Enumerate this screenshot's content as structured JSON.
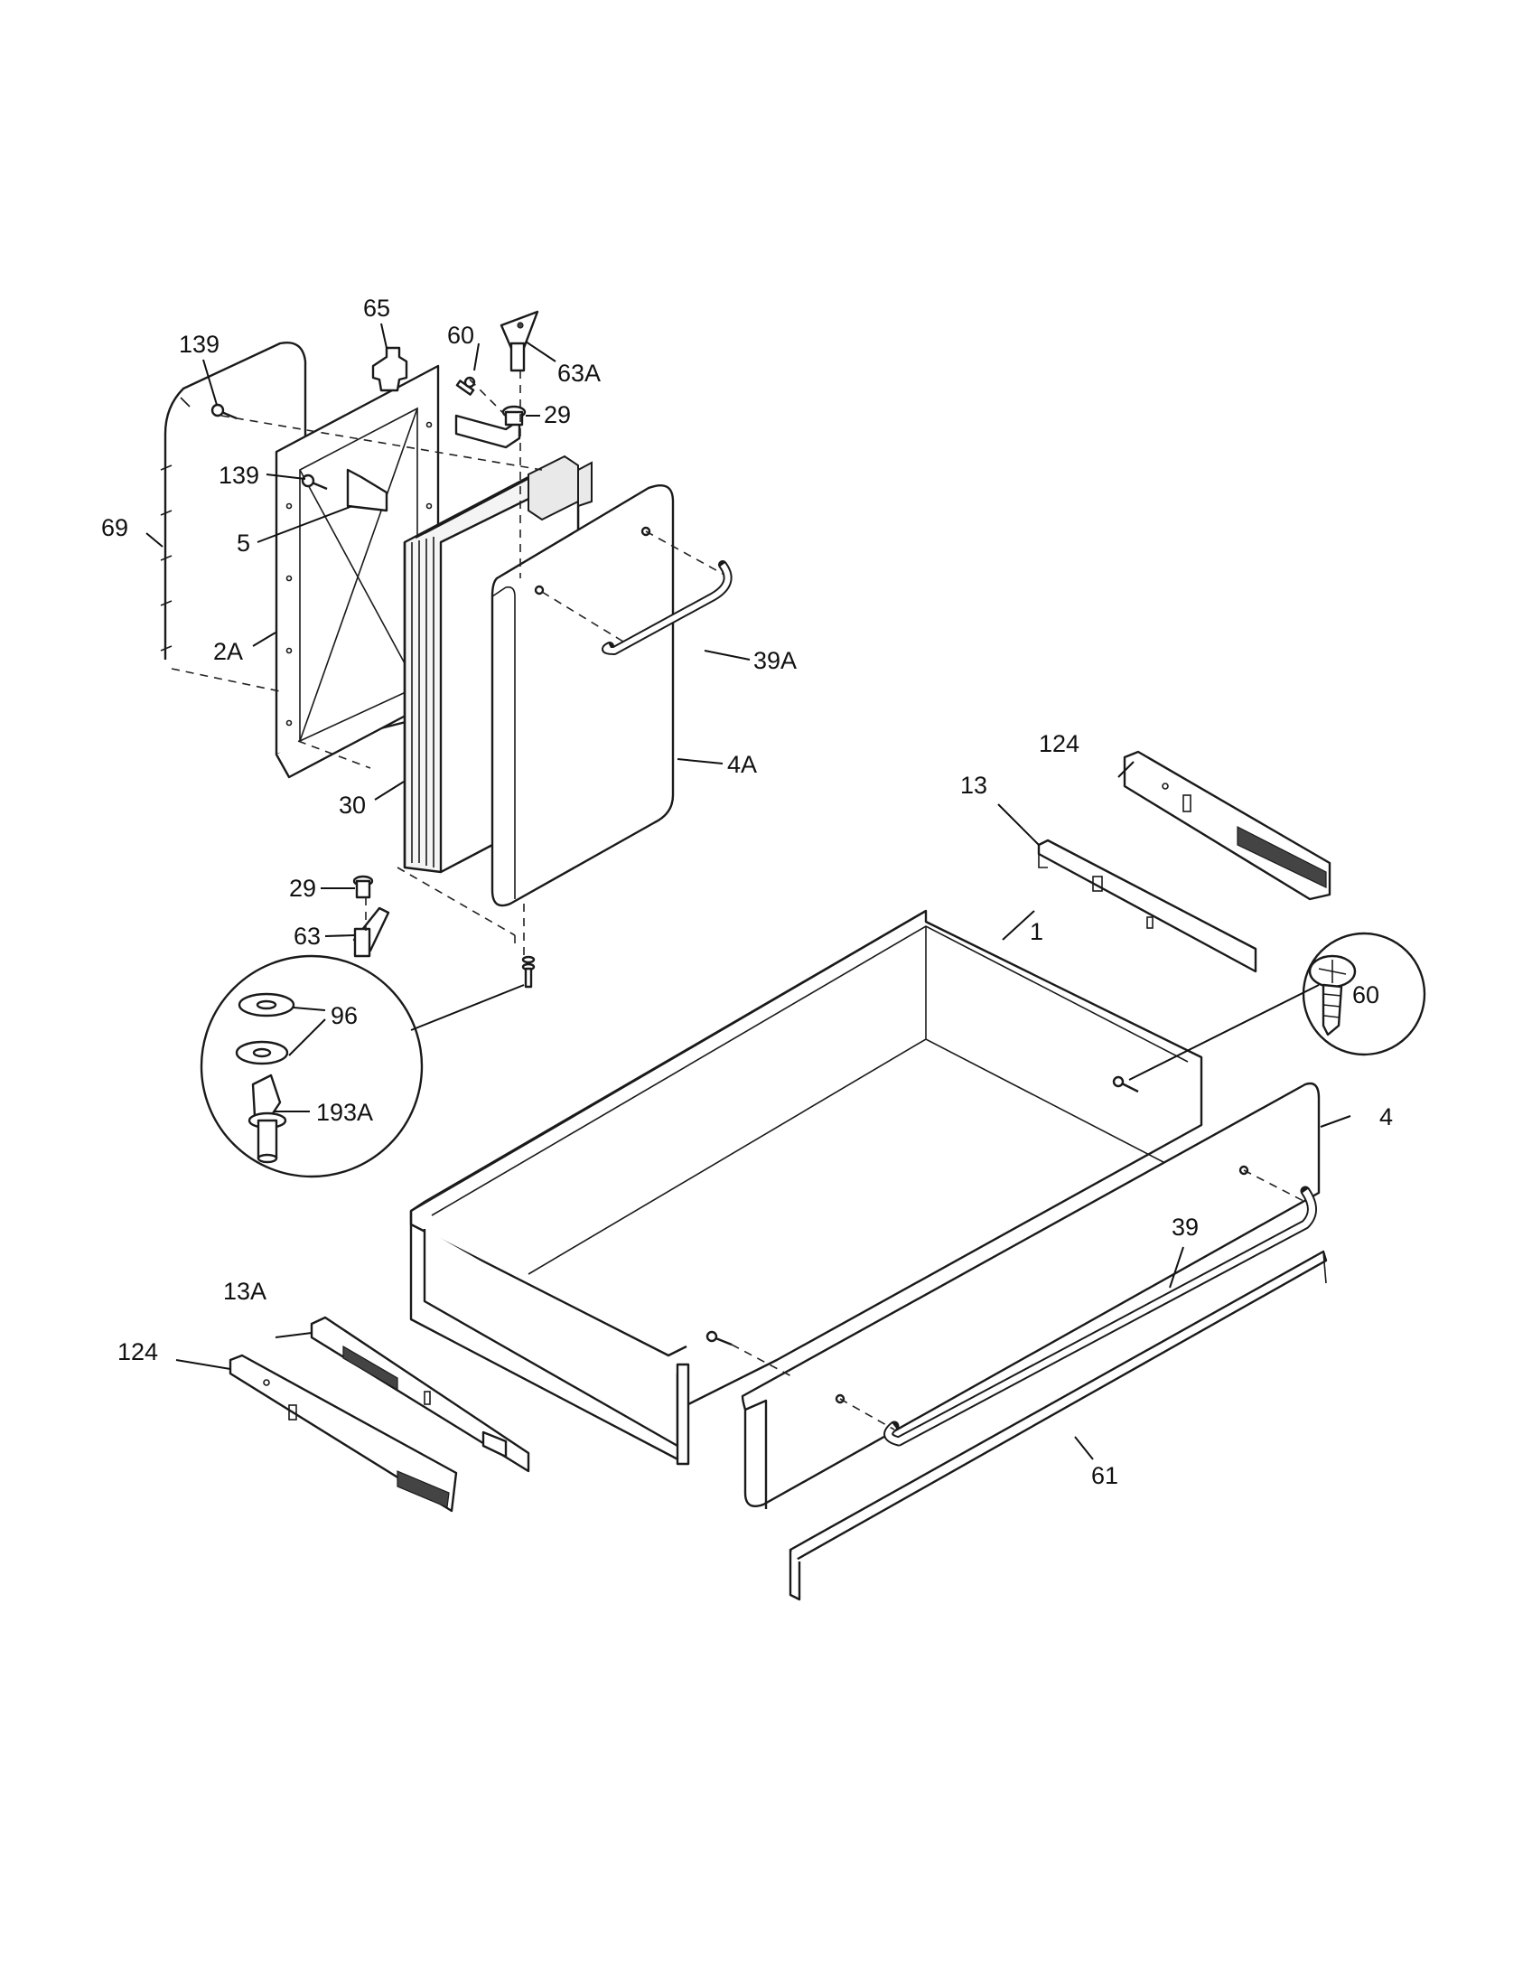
{
  "colors": {
    "line": "#1a1a1a",
    "background": "#ffffff",
    "shade": "#e9e9e9"
  },
  "labels": {
    "p65": "65",
    "p60_top": "60",
    "p63A": "63A",
    "p139_top": "139",
    "p29_top": "29",
    "p139_mid": "139",
    "p69": "69",
    "p5": "5",
    "p2A": "2A",
    "p39A": "39A",
    "p4A": "4A",
    "p30": "30",
    "p29_bottom": "29",
    "p63": "63",
    "p96": "96",
    "p193A": "193A",
    "p124_right": "124",
    "p13": "13",
    "p1": "1",
    "p60_circle": "60",
    "p4": "4",
    "p39": "39",
    "p13A": "13A",
    "p124_left": "124",
    "p61": "61"
  }
}
